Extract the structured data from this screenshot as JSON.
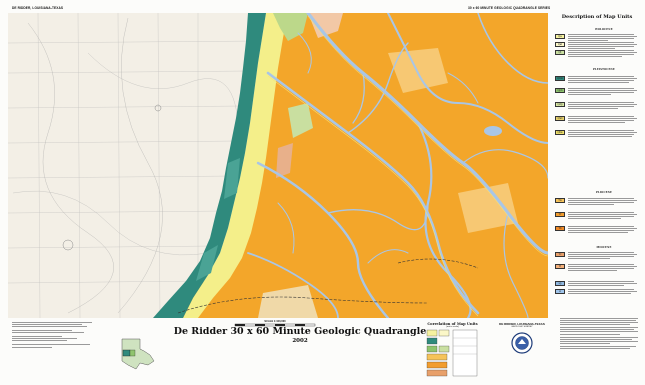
{
  "header": {
    "left": "DE RIDDER, LOUISIANA-TEXAS",
    "right": "30 x 60 MINUTE GEOLOGIC QUADRANGLE SERIES"
  },
  "legend": {
    "title": "Description of Map Units",
    "sections": [
      "HOLOCENE",
      "PLEISTOCENE",
      "PLIOCENE",
      "MIOCENE"
    ],
    "units": [
      {
        "code": "Qa",
        "color": "#f6f2a0"
      },
      {
        "code": "Qal",
        "color": "#fbf7c8"
      },
      {
        "code": "Qt",
        "color": "#c9dfa0"
      },
      {
        "code": "Qbm",
        "color": "#2f8a7d"
      },
      {
        "code": "Qpb",
        "color": "#8fc46e"
      },
      {
        "code": "Qdp",
        "color": "#d9e8a4"
      },
      {
        "code": "Qwi",
        "color": "#e8d26a"
      },
      {
        "code": "Qha",
        "color": "#efe06a"
      },
      {
        "code": "Tw",
        "color": "#f5c35a"
      },
      {
        "code": "Tf",
        "color": "#f29d2e"
      },
      {
        "code": "Tb",
        "color": "#f08a26"
      },
      {
        "code": "Tc",
        "color": "#e8a06a"
      },
      {
        "code": "Tl",
        "color": "#f4b07a"
      },
      {
        "code": "sp",
        "color": "#8fb8e0"
      },
      {
        "code": "w",
        "color": "#9fc4ea"
      }
    ]
  },
  "title": {
    "main": "De Ridder 30 x 60 Minute Geologic Quadrangle",
    "year": "2002"
  },
  "scale": {
    "label": "SCALE 1:100,000"
  },
  "correlation": {
    "title": "Correlation of Map Units",
    "subtitle": "(not to scale)"
  },
  "agency": {
    "name": "DE RIDDER, LOUISIANA-TEXAS",
    "sub": "GEOLOGIC SURVEY"
  },
  "colors": {
    "coastal": "#f2ede4",
    "terrace_orange": "#f3a62a",
    "floodplain_teal": "#2f8a7d",
    "river_blue": "#a9c6e6",
    "yellow_band": "#f4ef8a"
  }
}
